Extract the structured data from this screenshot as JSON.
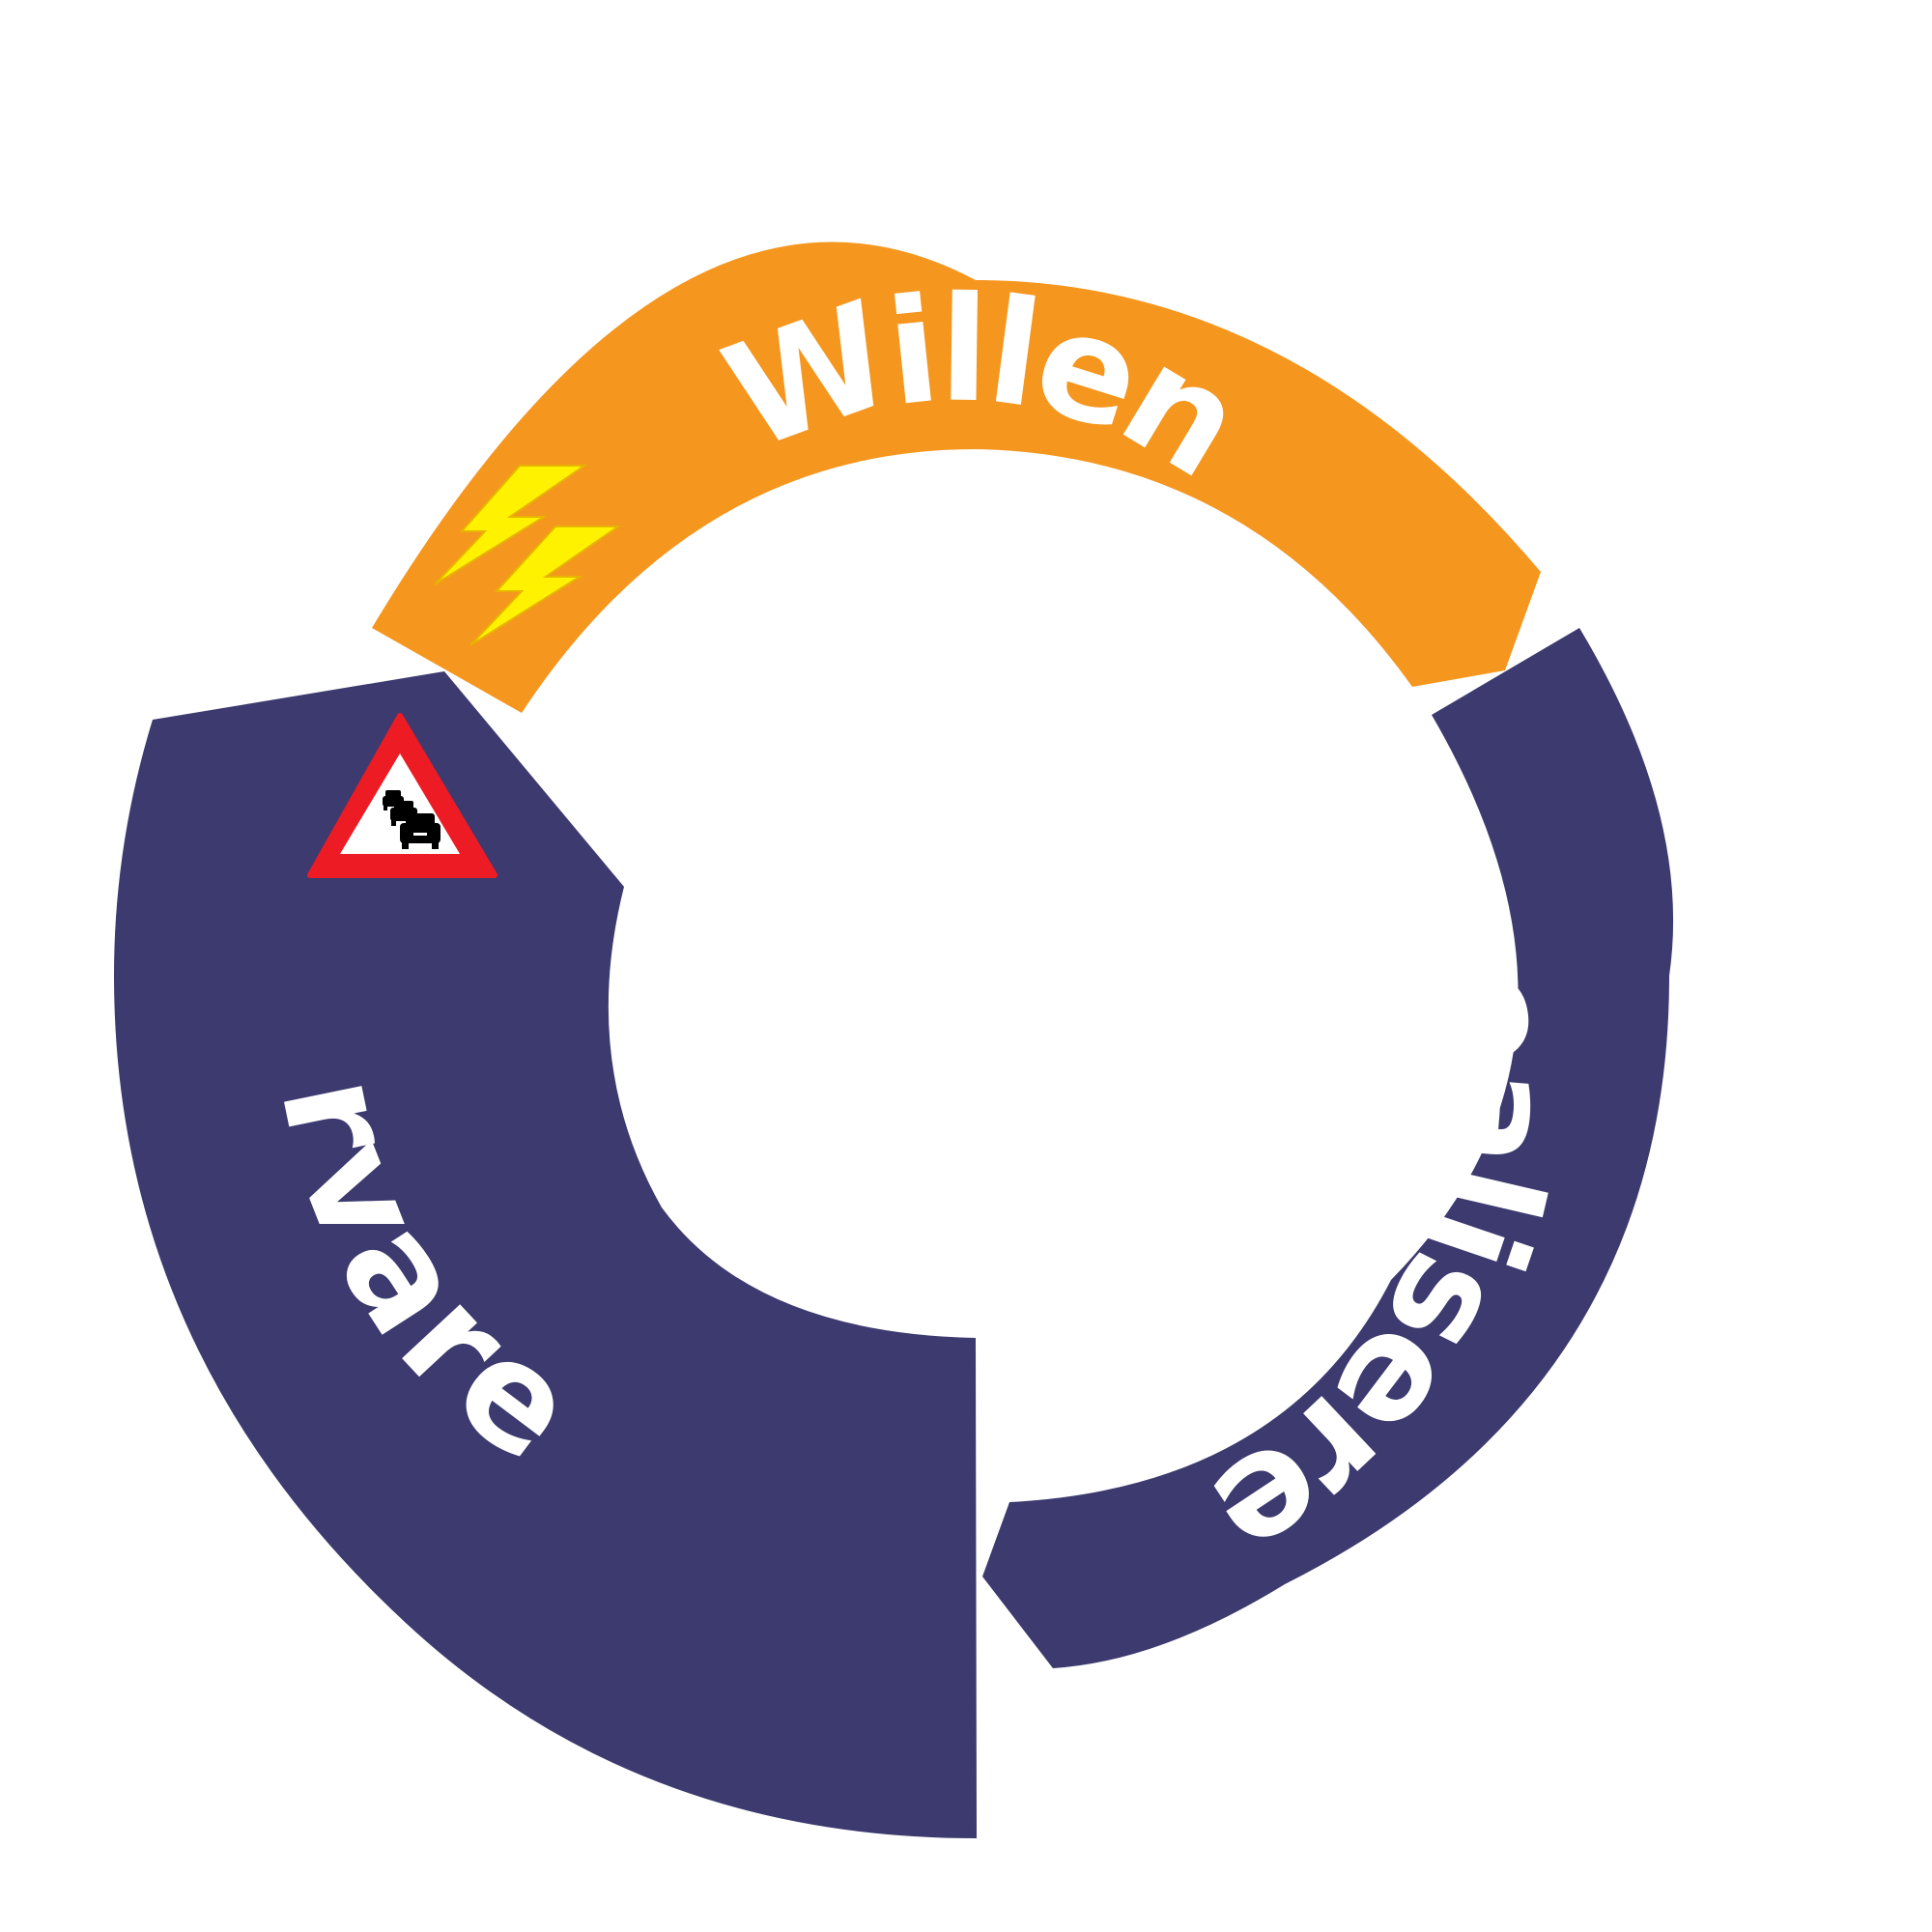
{
  "diagram": {
    "segments": [
      {
        "id": "willen",
        "label": "Willen",
        "color": "#F5961F"
      },
      {
        "id": "realiseren",
        "label": "Realiseren",
        "color": "#3C3A6E"
      },
      {
        "id": "ervaren",
        "label": "Ervaren",
        "color": "#3C3A6E"
      }
    ],
    "icons": {
      "lightning": {
        "name": "lightning-icon",
        "color": "#FFF200",
        "outline": "#E8B400"
      },
      "warning": {
        "name": "traffic-jam-warning-sign-icon",
        "border_color": "#ED1C24",
        "fill_color": "#FFFFFF"
      }
    }
  }
}
